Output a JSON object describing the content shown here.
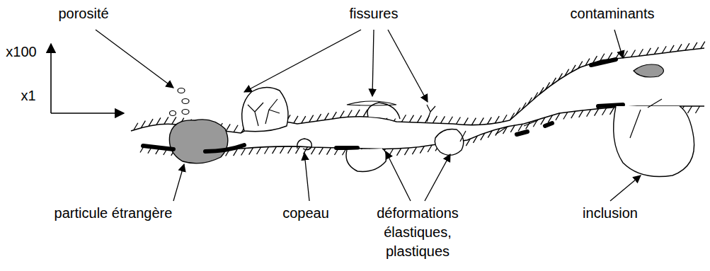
{
  "diagram": {
    "labels": [
      "porosité",
      "fissures",
      "contaminants",
      "x100",
      "x1",
      "particule étrangère",
      "copeau",
      "déformations élastiques, plastiques",
      "inclusion"
    ]
  }
}
